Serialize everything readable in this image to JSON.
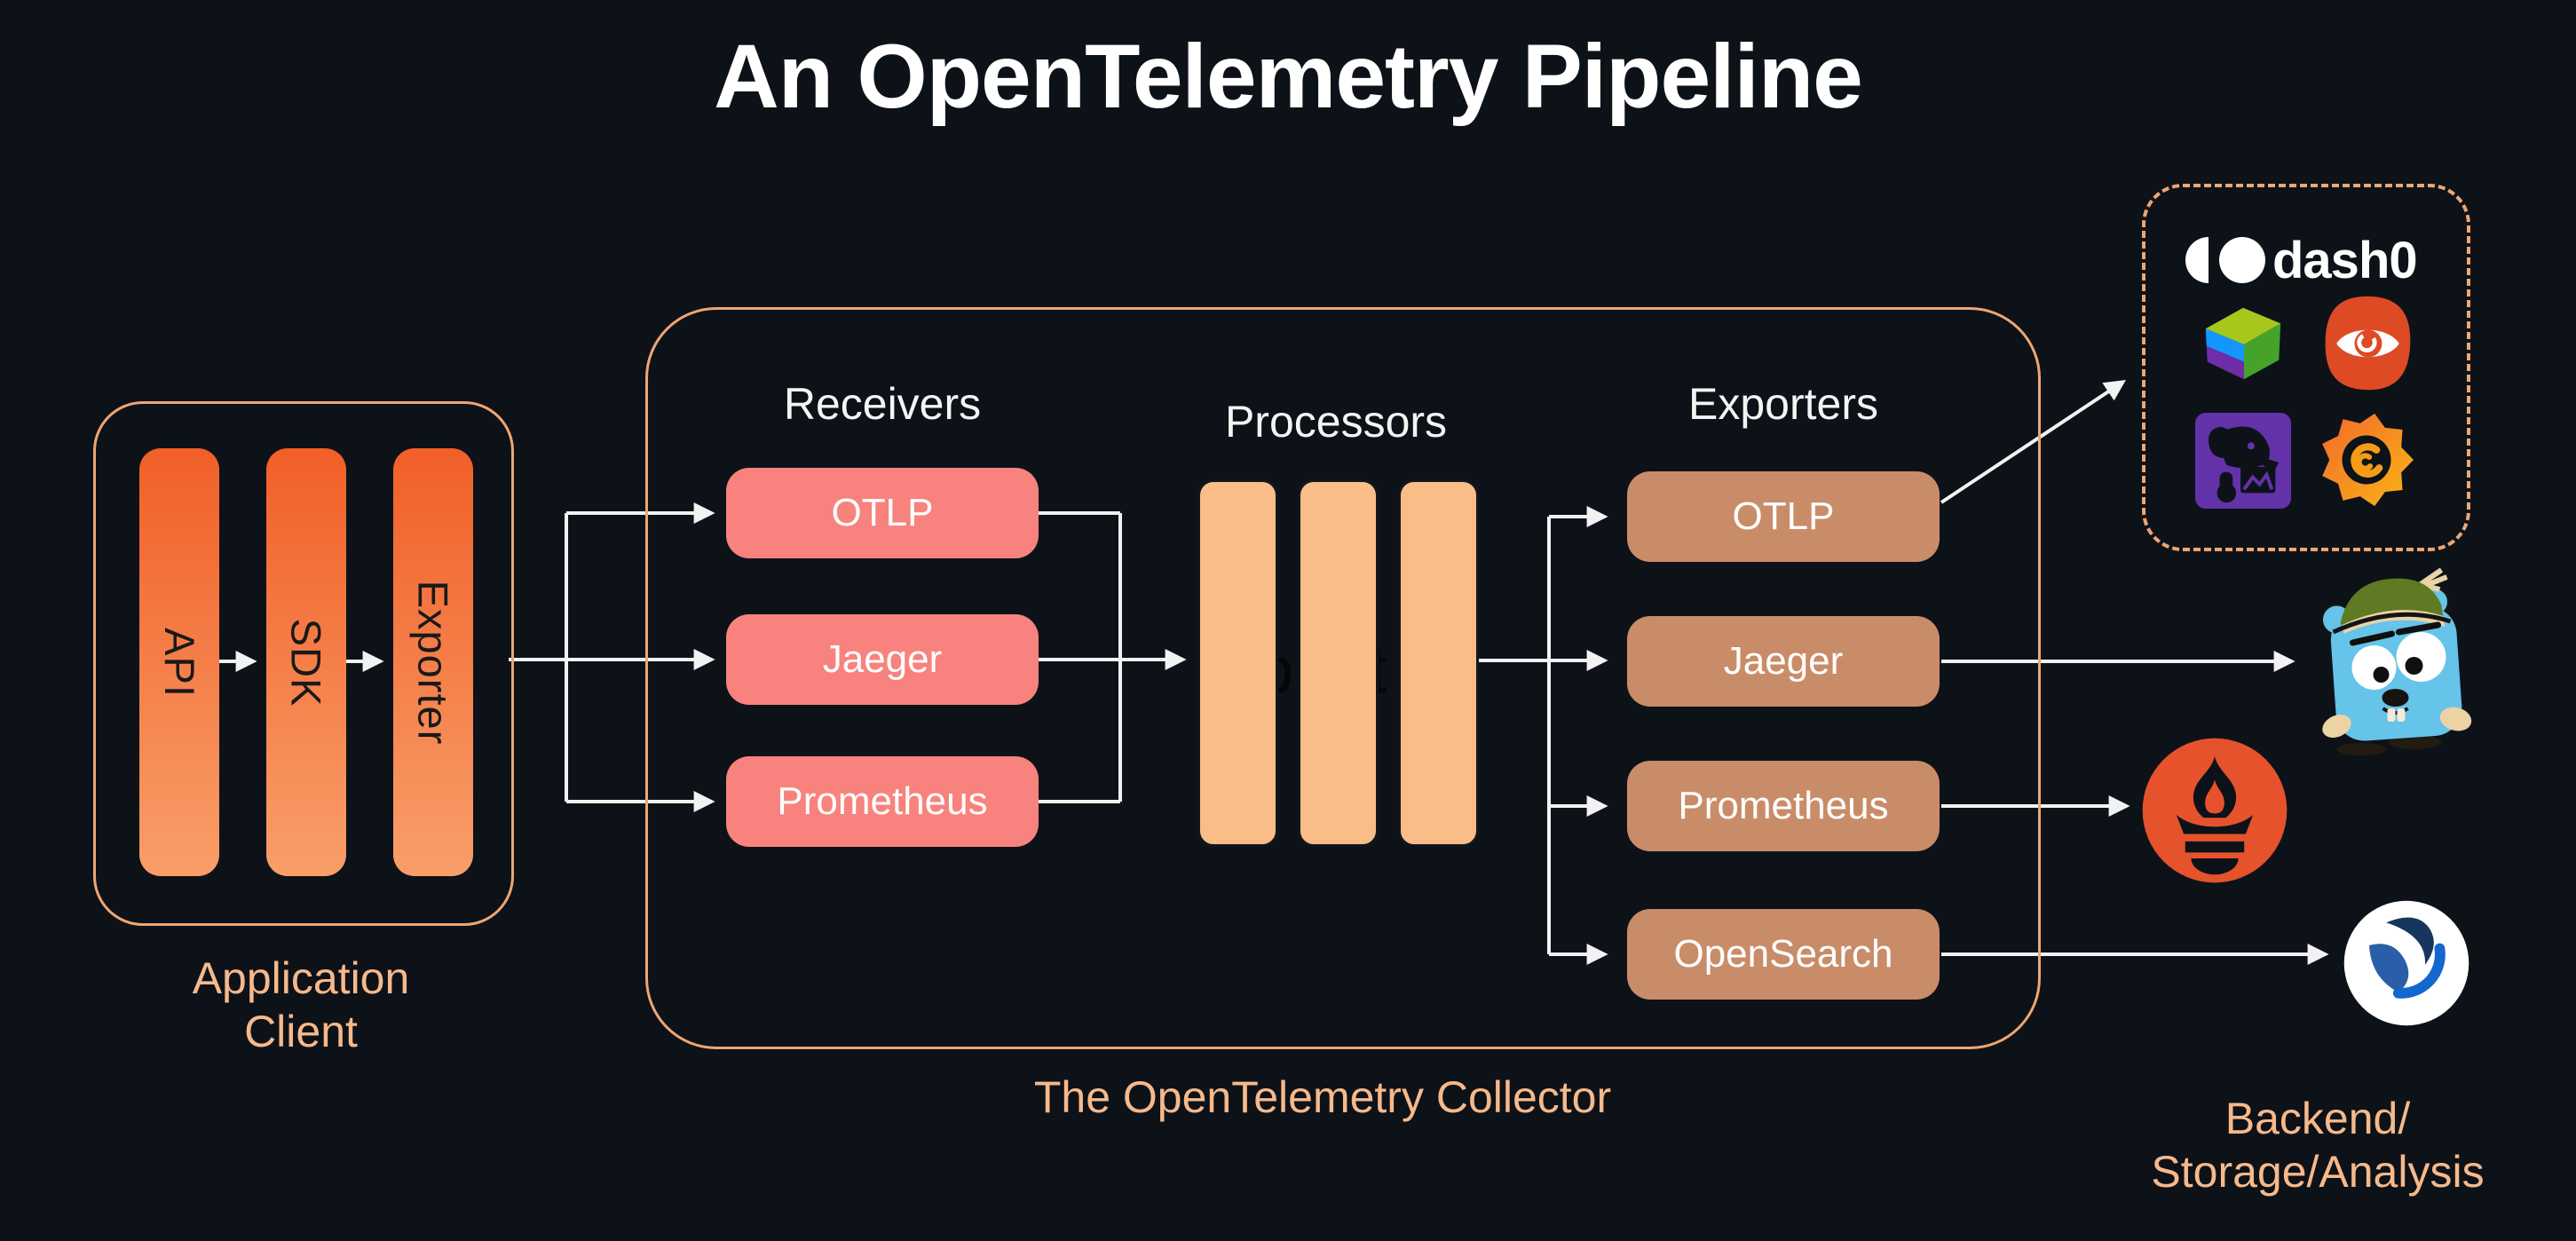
{
  "title": "An OpenTelemetry Pipeline",
  "palette": {
    "bg": "#0d1219",
    "accent": "#efa671",
    "label": "#f7b98a",
    "line": "#f2f2f2",
    "receiver": "#f8827d",
    "exporter": "#c98c69",
    "processor": "#fbbd88",
    "bar-top": "#f15f28",
    "bar-bottom": "#f99e69",
    "dark-text": "#191919",
    "box-text": "#ffffff"
  },
  "app": {
    "label_line1": "Application",
    "label_line2": "Client",
    "bars": [
      "API",
      "SDK",
      "Exporter"
    ]
  },
  "collector": {
    "label": "The OpenTelemetry Collector",
    "receivers": {
      "heading": "Receivers",
      "items": [
        "OTLP",
        "Jaeger",
        "Prometheus"
      ]
    },
    "processors": {
      "heading": "Processors",
      "visible_letters": [
        "b",
        "t"
      ]
    },
    "exporters": {
      "heading": "Exporters",
      "items": [
        "OTLP",
        "Jaeger",
        "Prometheus",
        "OpenSearch"
      ]
    }
  },
  "destinations": {
    "dash0_wordmark": "dash0",
    "label_line1": "Backend/",
    "label_line2": "Storage/Analysis",
    "logos": [
      "dash0-logo",
      "dynatrace-cube-logo",
      "observability-eye-logo",
      "datadog-logo",
      "grafana-logo",
      "jaeger-gopher-logo",
      "prometheus-logo",
      "opensearch-logo"
    ]
  }
}
